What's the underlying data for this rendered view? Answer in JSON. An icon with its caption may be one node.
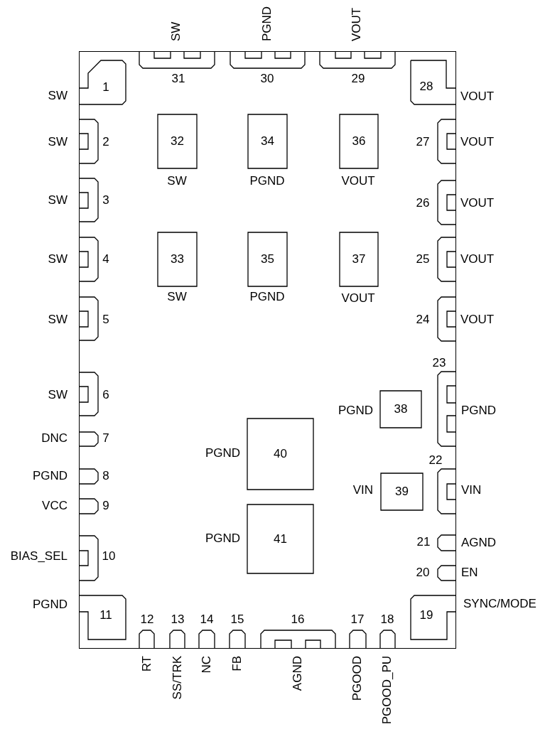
{
  "diagram": {
    "nodes": [
      {
        "text": [
          "1"
        ],
        "beside": [
          "SW"
        ]
      },
      {
        "text": [
          "2"
        ],
        "beside": [
          "SW"
        ]
      },
      {
        "text": [
          "3"
        ],
        "beside": [
          "SW"
        ]
      },
      {
        "text": [
          "4"
        ],
        "beside": [
          "SW"
        ]
      },
      {
        "text": [
          "5"
        ],
        "beside": [
          "SW"
        ]
      },
      {
        "text": [
          "6"
        ],
        "beside": [
          "SW"
        ]
      },
      {
        "text": [
          "7"
        ],
        "beside": [
          "DNC"
        ]
      },
      {
        "text": [
          "8"
        ],
        "beside": [
          "PGND"
        ]
      },
      {
        "text": [
          "9"
        ],
        "beside": [
          "VCC"
        ]
      },
      {
        "text": [
          "10"
        ],
        "beside": [
          "BIAS_SEL"
        ]
      },
      {
        "text": [
          "11"
        ],
        "beside": [
          "PGND"
        ]
      },
      {
        "text": [
          "12"
        ],
        "beside": [
          "RT"
        ]
      },
      {
        "text": [
          "13"
        ],
        "beside": [
          "SS/TRK"
        ]
      },
      {
        "text": [
          "14"
        ],
        "beside": [
          "NC"
        ]
      },
      {
        "text": [
          "15"
        ],
        "beside": [
          "FB"
        ]
      },
      {
        "text": [
          "16"
        ],
        "beside": [
          "AGND"
        ]
      },
      {
        "text": [
          "17"
        ],
        "beside": [
          "PGOOD"
        ]
      },
      {
        "text": [
          "18"
        ],
        "beside": [
          "PGOOD_PU"
        ]
      },
      {
        "text": [
          "19"
        ],
        "beside": [
          "SYNC/MODE"
        ]
      },
      {
        "text": [
          "20"
        ],
        "beside": [
          "EN"
        ]
      },
      {
        "text": [
          "21"
        ],
        "beside": [
          "AGND"
        ]
      },
      {
        "text": [
          "22"
        ],
        "beside": [
          "VIN"
        ]
      },
      {
        "text": [
          "23"
        ],
        "beside": [
          "PGND"
        ]
      },
      {
        "text": [
          "24"
        ],
        "beside": [
          "VOUT"
        ]
      },
      {
        "text": [
          "25"
        ],
        "beside": [
          "VOUT"
        ]
      },
      {
        "text": [
          "26"
        ],
        "beside": [
          "VOUT"
        ]
      },
      {
        "text": [
          "27"
        ],
        "beside": [
          "VOUT"
        ]
      },
      {
        "text": [
          "28"
        ],
        "beside": [
          "VOUT"
        ]
      },
      {
        "text": [
          "29"
        ],
        "beside": [
          "VOUT"
        ]
      },
      {
        "text": [
          "30"
        ],
        "beside": [
          "PGND"
        ]
      },
      {
        "text": [
          "31"
        ],
        "beside": [
          "SW"
        ]
      },
      {
        "text": [
          "32"
        ],
        "beside": [
          "SW"
        ]
      },
      {
        "text": [
          "33"
        ],
        "beside": [
          "SW"
        ]
      },
      {
        "text": [
          "34"
        ],
        "beside": [
          "PGND"
        ]
      },
      {
        "text": [
          "35"
        ],
        "beside": [
          "PGND"
        ]
      },
      {
        "text": [
          "36"
        ],
        "beside": [
          "VOUT"
        ]
      },
      {
        "text": [
          "37"
        ],
        "beside": [
          "VOUT"
        ]
      },
      {
        "text": [
          "38"
        ],
        "beside": [
          "PGND"
        ]
      },
      {
        "text": [
          "39"
        ],
        "beside": [
          "VIN"
        ]
      },
      {
        "text": [
          "40"
        ],
        "beside": [
          "PGND"
        ]
      },
      {
        "text": [
          "41"
        ],
        "beside": [
          "PGND"
        ]
      }
    ]
  }
}
